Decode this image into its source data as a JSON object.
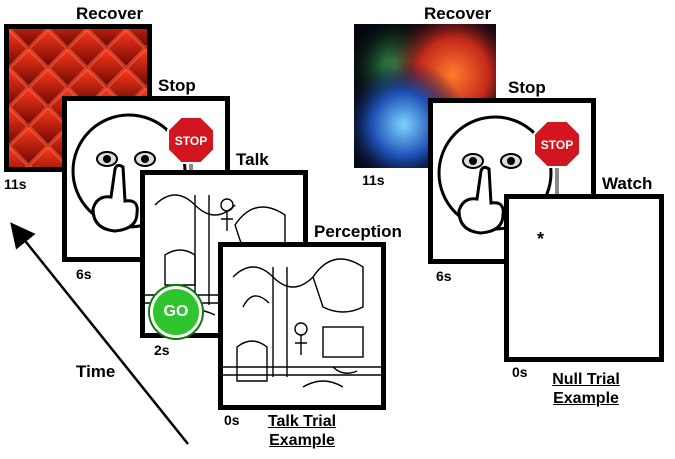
{
  "talk_trial": {
    "recover": {
      "label": "Recover",
      "time": "11s"
    },
    "stop": {
      "label": "Stop",
      "time": "6s",
      "sign_text": "STOP"
    },
    "talk": {
      "label": "Talk",
      "time": "2s",
      "go_text": "GO"
    },
    "perception": {
      "label": "Perception",
      "time": "0s"
    },
    "caption_line1": "Talk Trial",
    "caption_line2": "Example"
  },
  "null_trial": {
    "recover": {
      "label": "Recover",
      "time": "11s"
    },
    "stop": {
      "label": "Stop",
      "time": "6s",
      "sign_text": "STOP"
    },
    "watch": {
      "label": "Watch",
      "time": "0s",
      "fixation": "*"
    },
    "caption_line1": "Null Trial",
    "caption_line2": "Example"
  },
  "time_axis": {
    "label": "Time"
  },
  "colors": {
    "stop_red": "#d2151e",
    "go_green": "#2ec52e",
    "recover_red": "#c81a0e"
  }
}
